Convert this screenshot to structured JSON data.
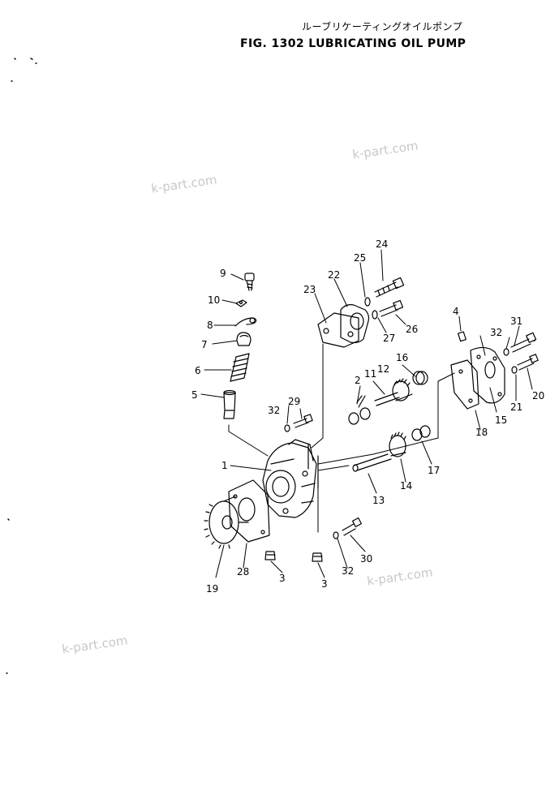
{
  "header": {
    "japanese_title": "ルーブリケーティングオイルポンプ",
    "figure_title": "FIG. 1302  LUBRICATING OIL PUMP"
  },
  "watermarks": [
    "k-part.com",
    "k-part.com",
    "k-part.com",
    "k-part.com"
  ],
  "callouts": [
    {
      "id": "c24",
      "label": "24"
    },
    {
      "id": "c25",
      "label": "25"
    },
    {
      "id": "c22",
      "label": "22"
    },
    {
      "id": "c23",
      "label": "23"
    },
    {
      "id": "c9",
      "label": "9"
    },
    {
      "id": "c10",
      "label": "10"
    },
    {
      "id": "c8",
      "label": "8"
    },
    {
      "id": "c7",
      "label": "7"
    },
    {
      "id": "c6",
      "label": "6"
    },
    {
      "id": "c5",
      "label": "5"
    },
    {
      "id": "c27",
      "label": "27"
    },
    {
      "id": "c26",
      "label": "26"
    },
    {
      "id": "c4",
      "label": "4"
    },
    {
      "id": "c31",
      "label": "31"
    },
    {
      "id": "c32a",
      "label": "32"
    },
    {
      "id": "c16",
      "label": "16"
    },
    {
      "id": "c12",
      "label": "12"
    },
    {
      "id": "c11",
      "label": "11"
    },
    {
      "id": "c2",
      "label": "2"
    },
    {
      "id": "c29",
      "label": "29"
    },
    {
      "id": "c32b",
      "label": "32"
    },
    {
      "id": "c21",
      "label": "21"
    },
    {
      "id": "c20",
      "label": "20"
    },
    {
      "id": "c15",
      "label": "15"
    },
    {
      "id": "c18",
      "label": "18"
    },
    {
      "id": "c17",
      "label": "17"
    },
    {
      "id": "c1",
      "label": "1"
    },
    {
      "id": "c14",
      "label": "14"
    },
    {
      "id": "c13",
      "label": "13"
    },
    {
      "id": "c30",
      "label": "30"
    },
    {
      "id": "c32c",
      "label": "32"
    },
    {
      "id": "c3a",
      "label": "3"
    },
    {
      "id": "c3b",
      "label": "3"
    },
    {
      "id": "c28",
      "label": "28"
    },
    {
      "id": "c19",
      "label": "19"
    }
  ]
}
